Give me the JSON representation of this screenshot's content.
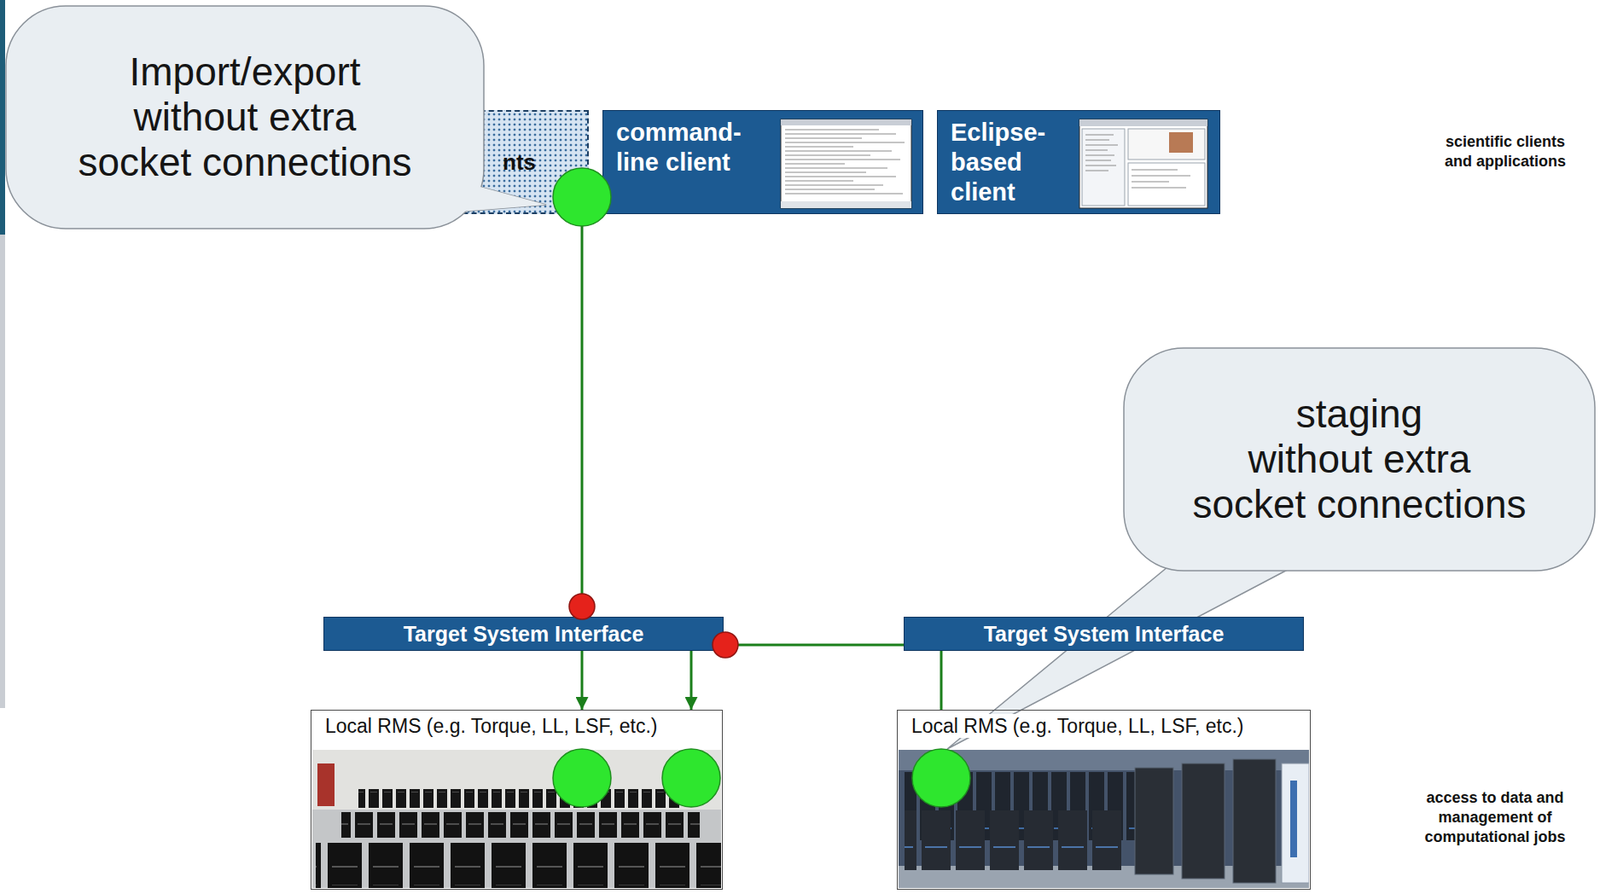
{
  "diagram": {
    "nodes": [
      {
        "text": [
          "Import/export without extra socket connections"
        ]
      },
      {
        "text": [
          "nts"
        ]
      },
      {
        "text": [
          "command-line client"
        ]
      },
      {
        "text": [
          "Eclipse-based client"
        ]
      },
      {
        "text": [
          "staging without extra socket connections"
        ]
      },
      {
        "text": [
          "Target System Interface"
        ]
      },
      {
        "text": [
          "Target System Interface"
        ]
      },
      {
        "text": [
          "Local RMS (e.g. Torque, LL, LSF, etc.)"
        ]
      },
      {
        "text": [
          "Local RMS (e.g. Torque, LL, LSF, etc.)"
        ]
      }
    ],
    "edges": [
      {
        "from": 1,
        "to": 7,
        "arrow": "to"
      },
      {
        "from": 8,
        "to": 7,
        "arrow": "to"
      }
    ],
    "labels": [
      "scientific clients and applications",
      "access to data and management of computational jobs"
    ]
  }
}
